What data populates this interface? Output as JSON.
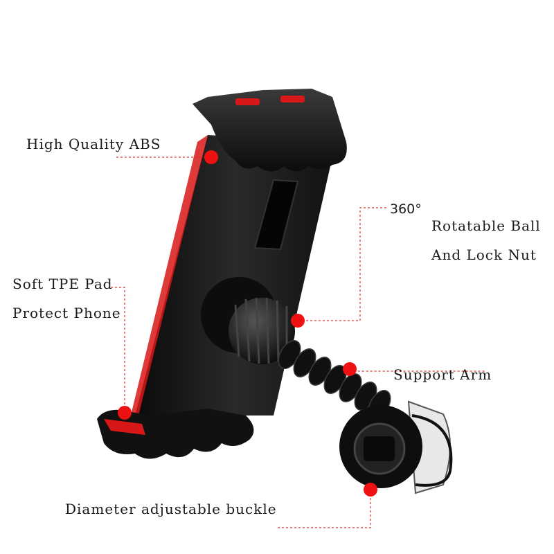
{
  "callouts": {
    "material": "High Quality ABS",
    "rotation_degree": "360°",
    "rotation_line1": "Rotatable Ball",
    "rotation_line2": "And Lock Nut",
    "pad_line1": "Soft TPE Pad",
    "pad_line2": "Protect Phone",
    "arm": "Support Arm",
    "buckle": "Diameter adjustable buckle"
  },
  "colors": {
    "background": "#ffffff",
    "marker": "#ee1111",
    "leader_line": "#e23030",
    "holder_body": "#151515",
    "accent_pad": "#d81818"
  }
}
